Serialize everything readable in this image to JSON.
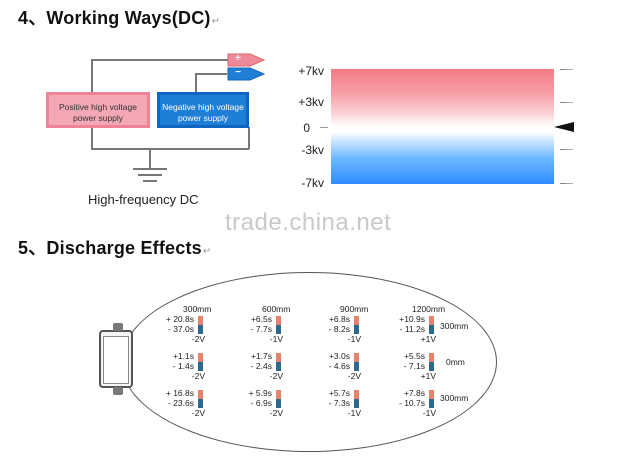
{
  "section4": {
    "number": "4、",
    "title": "Working Ways(DC)",
    "mark": "↵"
  },
  "diagram": {
    "positive_supply": "Positive high voltage power supply",
    "negative_supply": "Negative high voltage power supply",
    "plus_sign": "+",
    "minus_sign": "−",
    "caption": "High-frequency DC"
  },
  "voltage_scale": {
    "labels": [
      "+7kv",
      "+3kv",
      "0",
      "-3kv",
      "-7kv"
    ]
  },
  "watermark": "trade.china.net",
  "section5": {
    "number": "5、",
    "title": "Discharge Effects",
    "mark": "↵"
  },
  "discharge": {
    "distances": [
      "300mm",
      "600mm",
      "900mm",
      "1200mm"
    ],
    "row_labels": [
      "300mm",
      "0mm",
      "300mm"
    ],
    "rows": [
      [
        {
          "pos": "+ 20.8s",
          "neg": "- 37.0s",
          "volt": "-2V"
        },
        {
          "pos": "+6.5s",
          "neg": "- 7.7s",
          "volt": "-1V"
        },
        {
          "pos": "+6.8s",
          "neg": "- 8.2s",
          "volt": "-1V"
        },
        {
          "pos": "+10.9s",
          "neg": "- 11.2s",
          "volt": "+1V"
        }
      ],
      [
        {
          "pos": "+1.1s",
          "neg": "- 1.4s",
          "volt": "-2V"
        },
        {
          "pos": "+1.7s",
          "neg": "- 2.4s",
          "volt": "-2V"
        },
        {
          "pos": "+3.0s",
          "neg": "- 4.6s",
          "volt": "-2V"
        },
        {
          "pos": "+5.5s",
          "neg": "- 7.1s",
          "volt": "+1V"
        }
      ],
      [
        {
          "pos": "+ 16.8s",
          "neg": "- 23.6s",
          "volt": "-2V"
        },
        {
          "pos": "+ 5.9s",
          "neg": "- 6.9s",
          "volt": "-2V"
        },
        {
          "pos": "+5.7s",
          "neg": "- 7.3s",
          "volt": "-1V"
        },
        {
          "pos": "+7.8s",
          "neg": "- 10.7s",
          "volt": "-1V"
        }
      ]
    ]
  },
  "colors": {
    "positive": "#f4a7b5",
    "negative": "#1f7fd6",
    "bar_positive": "#e7836a",
    "bar_negative": "#2b6a8e"
  }
}
